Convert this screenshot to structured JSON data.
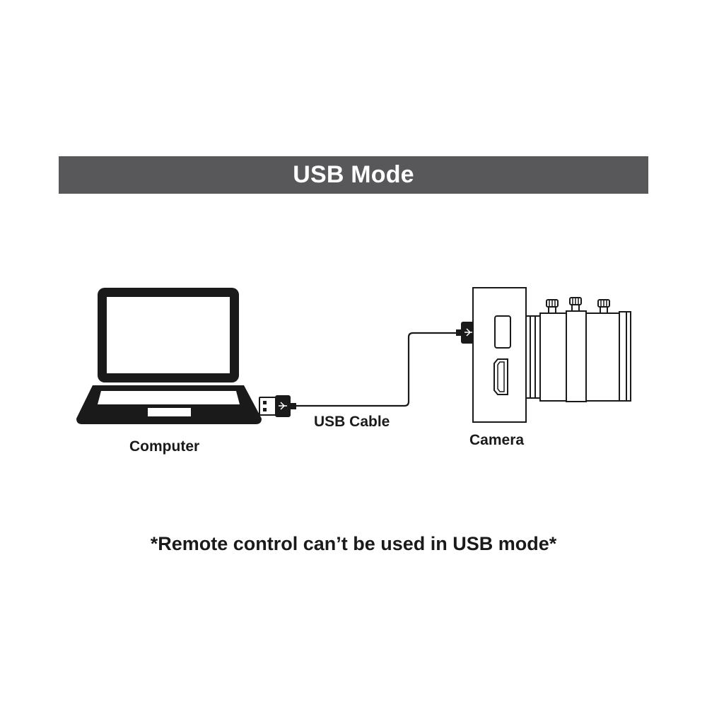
{
  "header": {
    "title": "USB Mode"
  },
  "labels": {
    "computer": "Computer",
    "cable": "USB Cable",
    "camera": "Camera"
  },
  "note": "*Remote control can’t be used in USB mode*",
  "colors": {
    "banner": "#58585a",
    "ink": "#1a1a1a",
    "background": "#ffffff"
  },
  "icons": [
    "laptop-icon",
    "usb-plug-icon",
    "usb-cable-icon",
    "camera-icon",
    "lens-icon"
  ]
}
